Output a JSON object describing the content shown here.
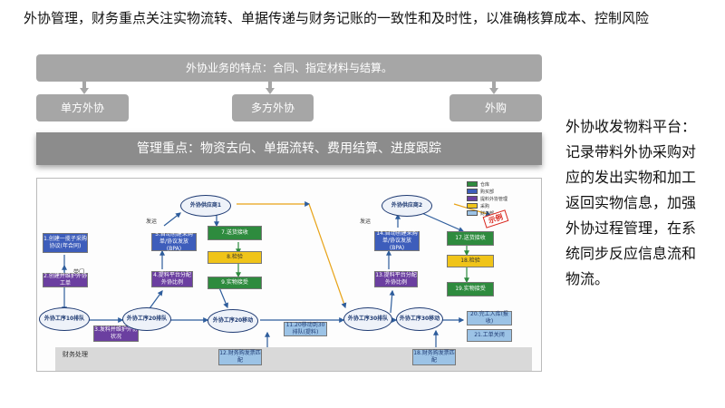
{
  "title": "外协管理，财务重点关注实物流转、单据传递与财务记账的一致性和及时性，以准确核算成本、控制风险",
  "top_bar": "外协业务的特点：合同、指定材料与结算。",
  "categories": [
    "单方外协",
    "多方外协",
    "外购"
  ],
  "management": "管理重点：物资去向、单据流转、费用结算、进度跟踪",
  "right_text": "外协收发物料平台：记录带料外协采购对应的发出实物和加工返回实物信息，加强外协过程管理，在系统同步反应信息流和物流。",
  "flow": {
    "supplier1": "外协供应商1",
    "supplier2": "外协供应商2",
    "step1": "1.创建一揽子采购协议(年合同)",
    "step2": "2.创建并维护外协工单",
    "step3": "3.发料并维护外协状况",
    "step4": "4.提料平台分配外协比例",
    "step5": "5.自动创建采购单/协议发放(BPA)",
    "step7": "7.送货接收",
    "step8": "8.检验",
    "step9": "9.实物接受",
    "step11": "11.20移动到30排队(提料)",
    "step12": "12.财务购发票匹配",
    "step13": "13.提料平台分配外协比例",
    "step14": "14.自动创建采购单/协议发放(BPA)",
    "step17": "17.送货接收",
    "step18": "18.检验",
    "step19": "19.实物接受",
    "step18b": "18.财务购发票匹配",
    "step20": "20.完工入库(报收)",
    "step21": "21.工单关闭",
    "op10": "外协工序10排队",
    "op20q": "外协工序20排队",
    "op20m": "外协工序20移动",
    "op30q": "外协工序30排队",
    "op30m": "外协工序30移动",
    "finance": "财务处理",
    "send1": "发运",
    "send2": "发运",
    "note": "带门",
    "stamp": "示例"
  },
  "legend": [
    "仓库",
    "购买部",
    "提料外协管理",
    "采购",
    "财务部"
  ],
  "colors": {
    "accent_gray": "#a6a6a6",
    "dark_gray": "#8c8c8c",
    "blue": "#3d5dbb",
    "purple": "#6b3fa0",
    "green": "#2e8b3e",
    "yellow": "#f0c419",
    "stamp_red": "#d9251c"
  }
}
